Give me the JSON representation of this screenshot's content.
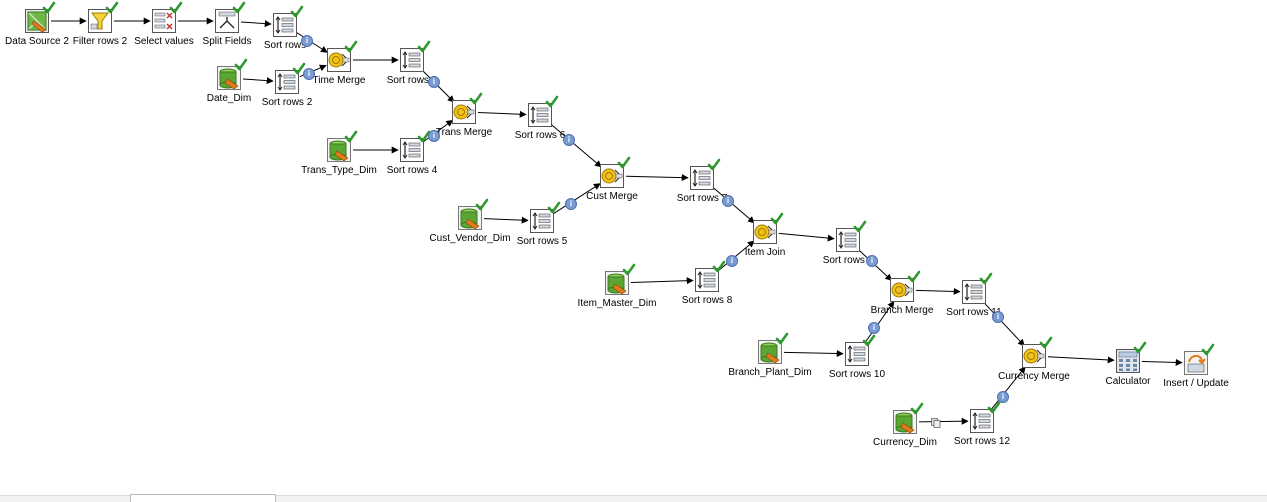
{
  "transformation": {
    "steps": [
      {
        "id": "ds2",
        "label": "Data Source 2",
        "type": "table-input"
      },
      {
        "id": "fr2",
        "label": "Filter rows 2",
        "type": "filter"
      },
      {
        "id": "sv",
        "label": "Select values",
        "type": "select"
      },
      {
        "id": "sf",
        "label": "Split Fields",
        "type": "split"
      },
      {
        "id": "sr1",
        "label": "Sort rows",
        "type": "sort"
      },
      {
        "id": "date",
        "label": "Date_Dim",
        "type": "db"
      },
      {
        "id": "sr2",
        "label": "Sort rows 2",
        "type": "sort"
      },
      {
        "id": "tm",
        "label": "Time Merge",
        "type": "merge"
      },
      {
        "id": "sr3",
        "label": "Sort rows 3",
        "type": "sort"
      },
      {
        "id": "trm",
        "label": "Trans Merge",
        "type": "merge"
      },
      {
        "id": "ttd",
        "label": "Trans_Type_Dim",
        "type": "db"
      },
      {
        "id": "sr4",
        "label": "Sort rows 4",
        "type": "sort"
      },
      {
        "id": "sr6",
        "label": "Sort rows 6",
        "type": "sort"
      },
      {
        "id": "cm",
        "label": "Cust Merge",
        "type": "merge"
      },
      {
        "id": "cvd",
        "label": "Cust_Vendor_Dim",
        "type": "db"
      },
      {
        "id": "sr5",
        "label": "Sort rows 5",
        "type": "sort"
      },
      {
        "id": "sr7",
        "label": "Sort rows 7",
        "type": "sort"
      },
      {
        "id": "ij",
        "label": "Item Join",
        "type": "merge"
      },
      {
        "id": "imd",
        "label": "Item_Master_Dim",
        "type": "db"
      },
      {
        "id": "sr8",
        "label": "Sort rows 8",
        "type": "sort"
      },
      {
        "id": "sr9",
        "label": "Sort rows 9",
        "type": "sort"
      },
      {
        "id": "bm",
        "label": "Branch Merge",
        "type": "merge"
      },
      {
        "id": "sr11",
        "label": "Sort rows 11",
        "type": "sort"
      },
      {
        "id": "bpd",
        "label": "Branch_Plant_Dim",
        "type": "db"
      },
      {
        "id": "sr10",
        "label": "Sort rows 10",
        "type": "sort"
      },
      {
        "id": "cum",
        "label": "Currency Merge",
        "type": "merge"
      },
      {
        "id": "calc",
        "label": "Calculator",
        "type": "calc"
      },
      {
        "id": "iu",
        "label": "Insert / Update",
        "type": "insert"
      },
      {
        "id": "cud",
        "label": "Currency_Dim",
        "type": "db"
      },
      {
        "id": "sr12",
        "label": "Sort rows 12",
        "type": "sort"
      }
    ],
    "hops": [
      [
        "ds2",
        "fr2"
      ],
      [
        "fr2",
        "sv"
      ],
      [
        "sv",
        "sf"
      ],
      [
        "sf",
        "sr1"
      ],
      [
        "sr1",
        "tm"
      ],
      [
        "date",
        "sr2"
      ],
      [
        "sr2",
        "tm"
      ],
      [
        "tm",
        "sr3"
      ],
      [
        "sr3",
        "trm"
      ],
      [
        "ttd",
        "sr4"
      ],
      [
        "sr4",
        "trm"
      ],
      [
        "trm",
        "sr6"
      ],
      [
        "sr6",
        "cm"
      ],
      [
        "cvd",
        "sr5"
      ],
      [
        "sr5",
        "cm"
      ],
      [
        "cm",
        "sr7"
      ],
      [
        "sr7",
        "ij"
      ],
      [
        "imd",
        "sr8"
      ],
      [
        "sr8",
        "ij"
      ],
      [
        "ij",
        "sr9"
      ],
      [
        "sr9",
        "bm"
      ],
      [
        "bpd",
        "sr10"
      ],
      [
        "sr10",
        "bm"
      ],
      [
        "bm",
        "sr11"
      ],
      [
        "sr11",
        "cum"
      ],
      [
        "cud",
        "sr12"
      ],
      [
        "sr12",
        "cum"
      ],
      [
        "cum",
        "calc"
      ],
      [
        "calc",
        "iu"
      ]
    ],
    "info_markers": [
      "sr1",
      "sr2",
      "sr3",
      "sr4",
      "sr5",
      "sr6",
      "sr7",
      "sr8",
      "sr9",
      "sr10",
      "sr11",
      "sr12"
    ],
    "info_glyph": "i",
    "colors": {
      "hop": "#000000",
      "check": "#2e9a2e",
      "db_green": "#5aa632",
      "merge_yellow": "#f0c21a",
      "info_blue": "#7a9cd3"
    }
  }
}
